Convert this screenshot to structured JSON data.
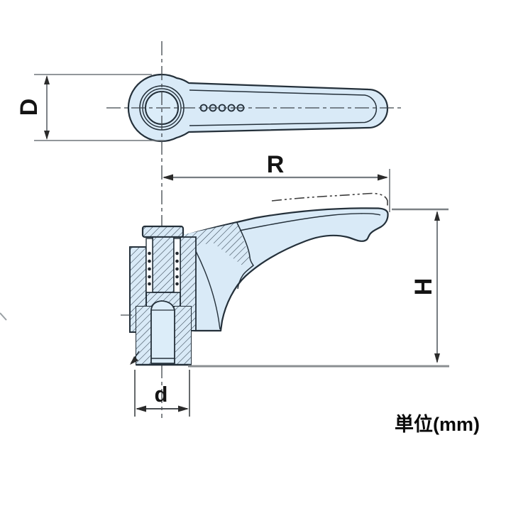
{
  "drawing": {
    "unit_note": "単位(mm)",
    "dim_labels": {
      "outer_diameter": "D",
      "lever_reach": "R",
      "overall_height": "H",
      "thread_diameter": "d"
    },
    "colors": {
      "part_fill": "#d9eaf7",
      "bore_fill": "#dcedf9",
      "outline": "#24303a",
      "hatch_line": "#31404e",
      "dimension_line": "#6f757a",
      "baseline": "#8b8f92",
      "arrow": "#2b2b2b",
      "centerline": "#3f464c",
      "text": "#141414"
    }
  }
}
